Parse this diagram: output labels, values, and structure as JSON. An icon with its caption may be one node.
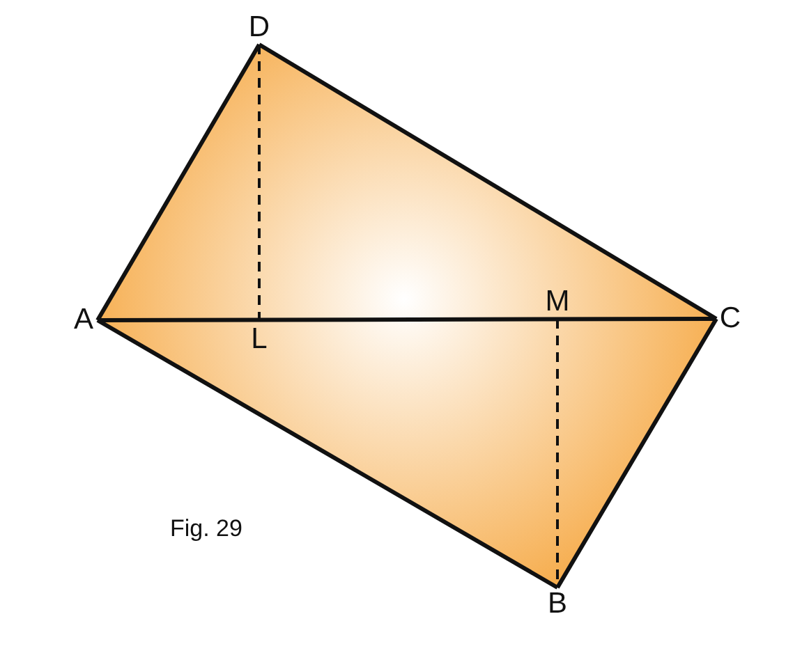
{
  "diagram": {
    "caption": "Fig. 29",
    "nodes": [
      {
        "text": [
          "A"
        ]
      },
      {
        "text": [
          "D"
        ]
      },
      {
        "text": [
          "C"
        ]
      },
      {
        "text": [
          "B"
        ]
      },
      {
        "text": [
          "L"
        ]
      },
      {
        "text": [
          "M"
        ]
      }
    ],
    "edges": [
      {
        "from": 0,
        "to": 1,
        "arrow": "none"
      },
      {
        "from": 1,
        "to": 2,
        "arrow": "none"
      },
      {
        "from": 2,
        "to": 3,
        "arrow": "none"
      },
      {
        "from": 3,
        "to": 0,
        "arrow": "none"
      },
      {
        "from": 0,
        "to": 2,
        "arrow": "none"
      },
      {
        "from": 1,
        "to": 4,
        "arrow": "none",
        "style": "dashed"
      },
      {
        "from": 5,
        "to": 3,
        "arrow": "none",
        "style": "dashed"
      }
    ]
  }
}
